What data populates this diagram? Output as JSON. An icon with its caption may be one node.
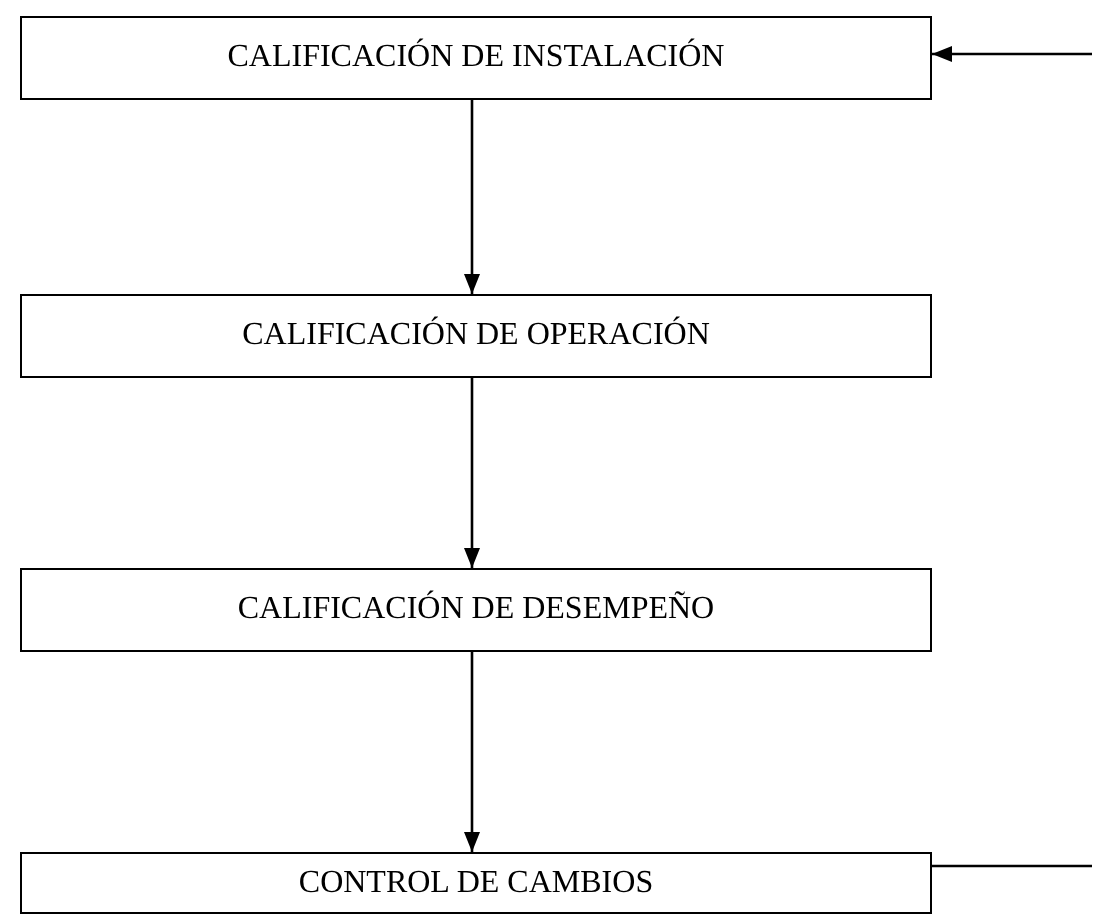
{
  "diagram": {
    "nodes": [
      {
        "text": [
          "CALIFICACIÓN DE INSTALACIÓN"
        ]
      },
      {
        "text": [
          "CALIFICACIÓN DE OPERACIÓN"
        ]
      },
      {
        "text": [
          "CALIFICACIÓN DE DESEMPEÑO"
        ]
      },
      {
        "text": [
          "CONTROL DE CAMBIOS"
        ]
      }
    ],
    "edges": [
      {
        "from": 0,
        "to": 1,
        "arrow": "to"
      },
      {
        "from": 1,
        "to": 2,
        "arrow": "to"
      },
      {
        "from": 2,
        "to": 3,
        "arrow": "to"
      },
      {
        "from": 3,
        "to": null,
        "arrow": "none"
      },
      {
        "from": null,
        "to": 0,
        "arrow": "to"
      }
    ]
  }
}
